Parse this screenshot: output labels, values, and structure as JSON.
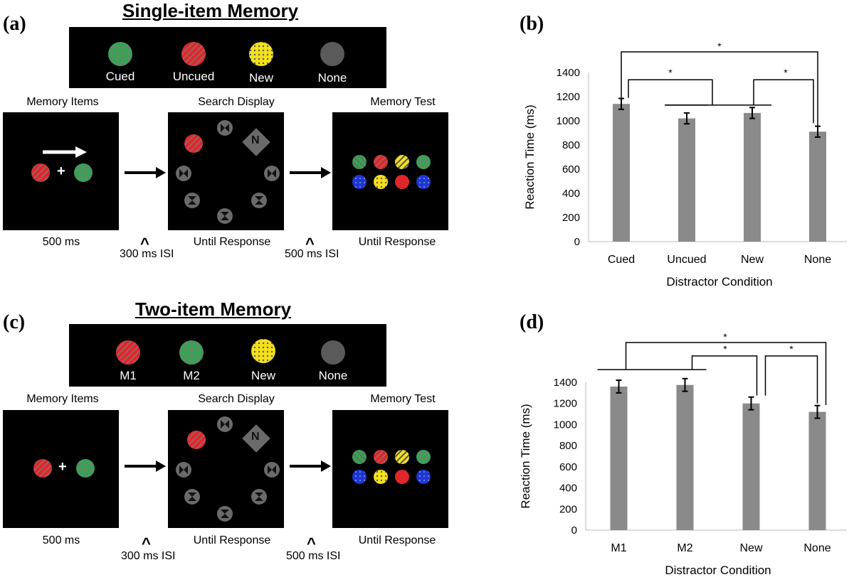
{
  "panels": {
    "a": "(a)",
    "b": "(b)",
    "c": "(c)",
    "d": "(d)"
  },
  "top": {
    "title": "Single-item Memory",
    "legend": [
      "Cued",
      "Uncued",
      "New",
      "None"
    ],
    "screens": [
      "Memory Items",
      "Search Display",
      "Memory Test"
    ],
    "captions": [
      "500 ms",
      "Until Response",
      "Until Response"
    ],
    "isi": [
      "300 ms ISI",
      "500 ms ISI"
    ],
    "caret": "^",
    "target_letter": "N",
    "fixation": "+"
  },
  "bottom": {
    "title": "Two-item Memory",
    "legend": [
      "M1",
      "M2",
      "New",
      "None"
    ],
    "screens": [
      "Memory Items",
      "Search Display",
      "Memory Test"
    ],
    "captions": [
      "500 ms",
      "Until Response",
      "Until Response"
    ],
    "isi": [
      "300 ms ISI",
      "500 ms ISI"
    ],
    "caret": "^",
    "target_letter": "N",
    "fixation": "+"
  },
  "colors": {
    "green": "#2fa84f",
    "red": "#e0262b",
    "yellow": "#f4e01b",
    "gray": "#5a5a5a",
    "blue": "#1d36d8",
    "bar": "#8a8a8a"
  },
  "chart_data": [
    {
      "type": "bar",
      "categories": [
        "Cued",
        "Uncued",
        "New",
        "None"
      ],
      "values": [
        1140,
        1020,
        1065,
        910
      ],
      "errors": [
        45,
        45,
        45,
        45
      ],
      "xlabel": "Distractor Condition",
      "ylabel": "Reaction Time (ms)",
      "ylim": [
        0,
        1400
      ],
      "yticks": [
        "0",
        "200",
        "400",
        "600",
        "800",
        "1000",
        "1200",
        "1400"
      ],
      "significance": [
        "*",
        "*",
        "*"
      ],
      "grid": false
    },
    {
      "type": "bar",
      "categories": [
        "M1",
        "M2",
        "New",
        "None"
      ],
      "values": [
        1360,
        1375,
        1200,
        1120
      ],
      "errors": [
        60,
        60,
        60,
        60
      ],
      "xlabel": "Distractor Condition",
      "ylabel": "Reaction Time (ms)",
      "ylim": [
        0,
        1400
      ],
      "yticks": [
        "0",
        "200",
        "400",
        "600",
        "800",
        "1000",
        "1200",
        "1400"
      ],
      "significance": [
        "*",
        "*",
        "*"
      ],
      "grid": false
    }
  ]
}
